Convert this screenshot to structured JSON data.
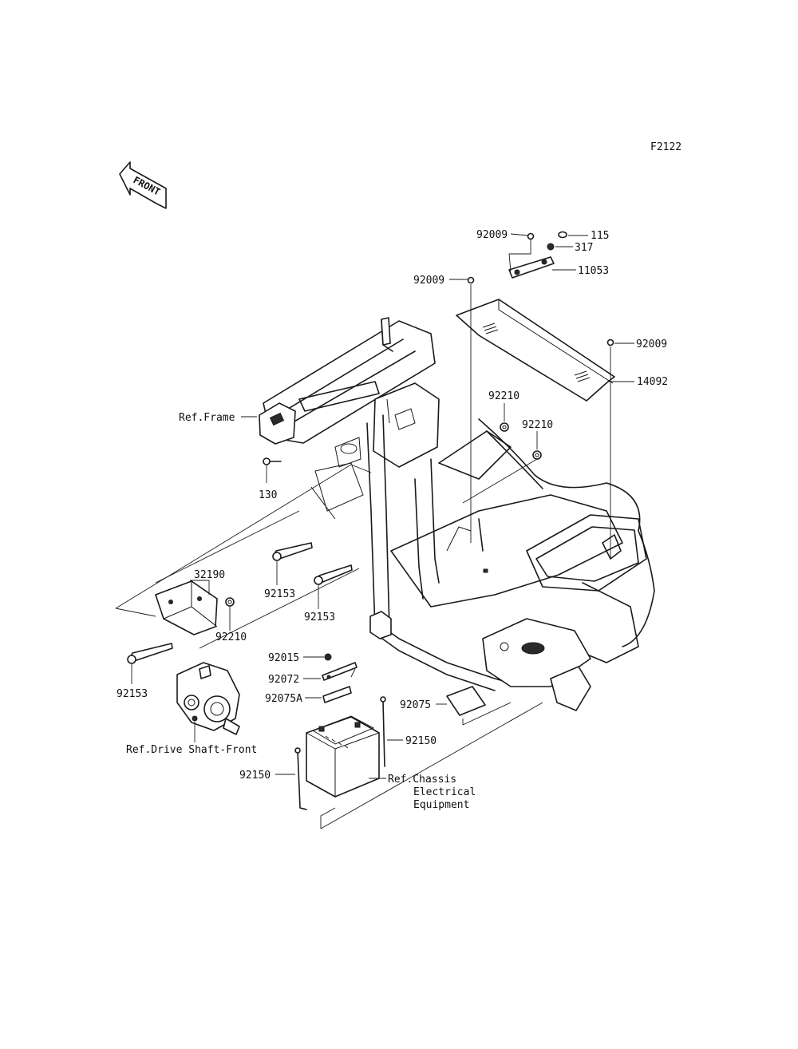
{
  "figure_code": "F2122",
  "front_arrow": {
    "label": "FRONT"
  },
  "labels": {
    "p92009a": "92009",
    "p115": "115",
    "p317": "317",
    "p11053": "11053",
    "p92009b": "92009",
    "p92009c": "92009",
    "p14092": "14092",
    "p92210a": "92210",
    "p92210b": "92210",
    "ref_frame": "Ref.Frame",
    "p130": "130",
    "p92153a": "92153",
    "p92153b": "92153",
    "p32190": "32190",
    "p92210c": "92210",
    "p92153c": "92153",
    "ref_drive_shaft": "Ref.Drive Shaft-Front",
    "p92015": "92015",
    "p92072": "92072",
    "p92075a": "92075A",
    "p92075": "92075",
    "p92150a": "92150",
    "p92150b": "92150",
    "ref_chassis_1": "Ref.Chassis",
    "ref_chassis_2": "Electrical",
    "ref_chassis_3": "Equipment"
  }
}
